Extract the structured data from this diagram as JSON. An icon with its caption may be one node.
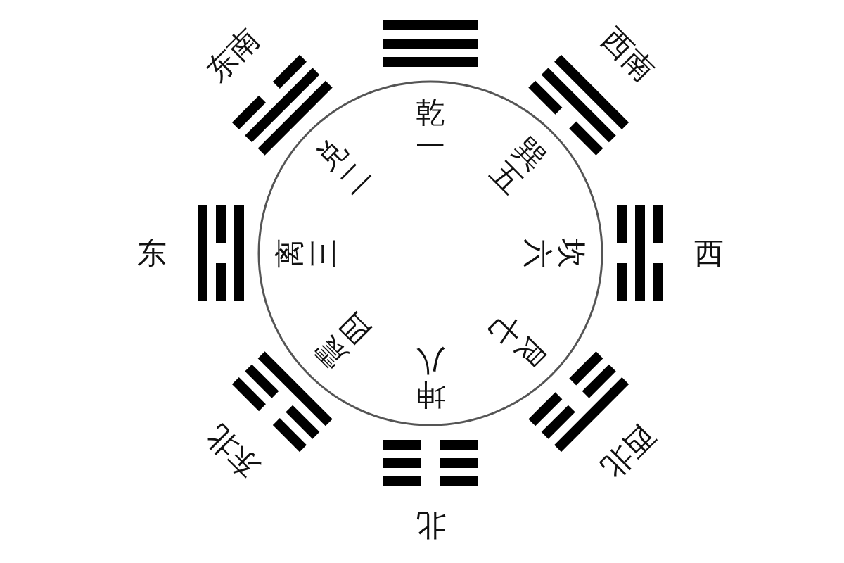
{
  "diagram": {
    "labels": [
      "东南",
      "西南",
      "乾一",
      "兑二",
      "巽五",
      "东",
      "离三",
      "坎六",
      "西",
      "震四",
      "艮七",
      "坤八",
      "东北",
      "西北",
      "北"
    ]
  }
}
